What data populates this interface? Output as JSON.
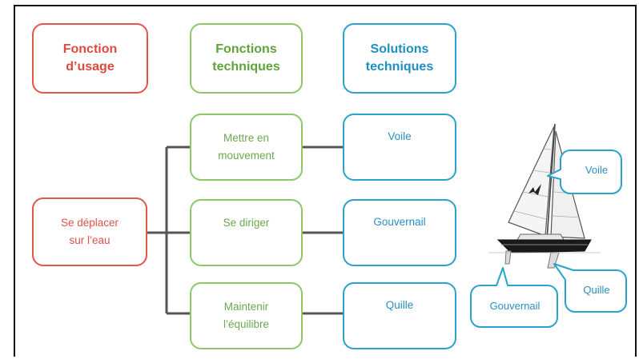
{
  "headers": {
    "usage": "Fonction\nd’usage",
    "techniques": "Fonctions\ntechniques",
    "solutions": "Solutions\ntechniques"
  },
  "usage_function": "Se déplacer\nsur l’eau",
  "technical_functions": [
    "Mettre en\nmouvement",
    "Se diriger",
    "Maintenir\nl’équilibre"
  ],
  "technical_solutions": [
    "Voile",
    "Gouvernail",
    "Quille"
  ],
  "boat_callouts": {
    "sail": "Voile",
    "keel": "Quille",
    "rudder": "Gouvernail"
  },
  "colors": {
    "usage": "#e5554a",
    "functions": "#8cc868",
    "solutions": "#2aa3cc",
    "connector": "#555555"
  },
  "icons": [
    "sailboat-icon"
  ]
}
